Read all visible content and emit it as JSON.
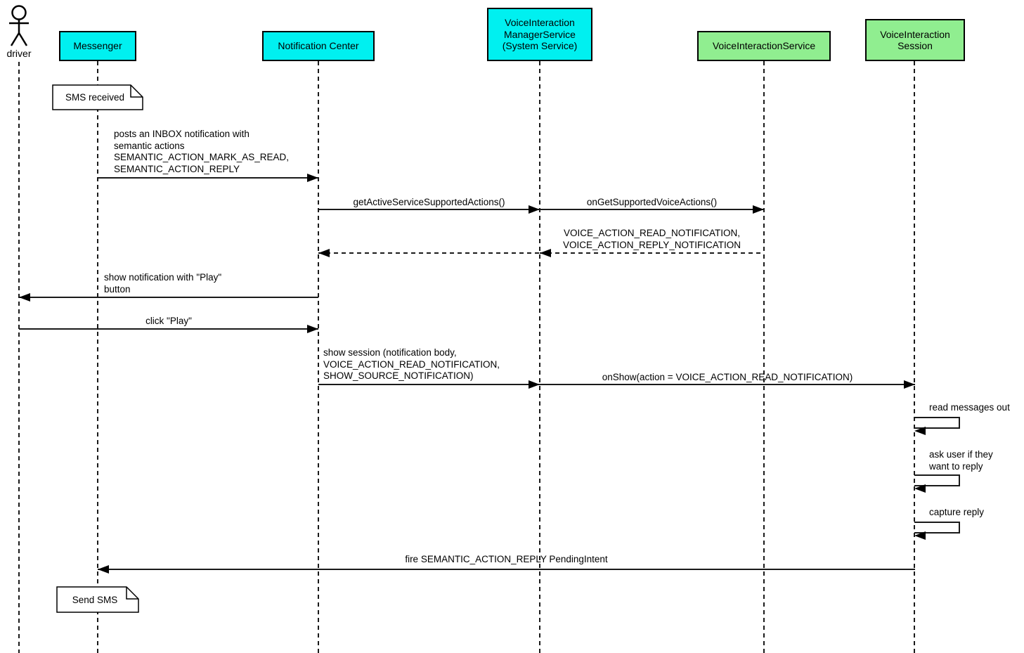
{
  "diagram": {
    "type": "uml-sequence",
    "colors": {
      "app_participant_fill": "#00F0F0",
      "service_participant_fill": "#90EE90",
      "note_fill": "#FFFFFF",
      "line": "#000000",
      "background": "#FFFFFF"
    },
    "participants": [
      {
        "id": "driver",
        "type": "actor",
        "label": "driver"
      },
      {
        "id": "messenger",
        "type": "app",
        "label": "Messenger"
      },
      {
        "id": "notification-center",
        "type": "app",
        "label": "Notification Center"
      },
      {
        "id": "voice-interaction-manager-service",
        "type": "app",
        "label": "VoiceInteraction\nManagerService\n(System Service)"
      },
      {
        "id": "voice-interaction-service",
        "type": "service",
        "label": "VoiceInteractionService"
      },
      {
        "id": "voice-interaction-session",
        "type": "service",
        "label": "VoiceInteraction\nSession"
      }
    ],
    "notes": [
      {
        "attached_to": "messenger",
        "text": "SMS received"
      },
      {
        "attached_to": "messenger",
        "text": "Send SMS"
      }
    ],
    "messages": [
      {
        "from": "messenger",
        "to": "notification-center",
        "style": "solid",
        "label": "posts an INBOX notification with\nsemantic actions\nSEMANTIC_ACTION_MARK_AS_READ,\nSEMANTIC_ACTION_REPLY"
      },
      {
        "from": "notification-center",
        "to": "voice-interaction-manager-service",
        "style": "solid",
        "label": "getActiveServiceSupportedActions()"
      },
      {
        "from": "voice-interaction-manager-service",
        "to": "voice-interaction-service",
        "style": "solid",
        "label": "onGetSupportedVoiceActions()"
      },
      {
        "from": "voice-interaction-service",
        "to": "voice-interaction-manager-service",
        "style": "dashed-return",
        "label": "VOICE_ACTION_READ_NOTIFICATION,\nVOICE_ACTION_REPLY_NOTIFICATION"
      },
      {
        "from": "voice-interaction-manager-service",
        "to": "notification-center",
        "style": "dashed-return",
        "label": ""
      },
      {
        "from": "notification-center",
        "to": "driver",
        "style": "solid",
        "label": "show notification with \"Play\"\nbutton"
      },
      {
        "from": "driver",
        "to": "notification-center",
        "style": "solid",
        "label": "click \"Play\""
      },
      {
        "from": "notification-center",
        "to": "voice-interaction-manager-service",
        "style": "solid",
        "label": "show session (notification body,\nVOICE_ACTION_READ_NOTIFICATION,\nSHOW_SOURCE_NOTIFICATION)"
      },
      {
        "from": "voice-interaction-manager-service",
        "to": "voice-interaction-session",
        "style": "solid",
        "label": "onShow(action = VOICE_ACTION_READ_NOTIFICATION)"
      },
      {
        "from": "voice-interaction-session",
        "to": "voice-interaction-session",
        "style": "self",
        "label": "read messages out"
      },
      {
        "from": "voice-interaction-session",
        "to": "voice-interaction-session",
        "style": "self",
        "label": "ask user if they\nwant to reply"
      },
      {
        "from": "voice-interaction-session",
        "to": "voice-interaction-session",
        "style": "self",
        "label": "capture reply"
      },
      {
        "from": "voice-interaction-session",
        "to": "messenger",
        "style": "solid",
        "label": "fire SEMANTIC_ACTION_REPLY PendingIntent"
      }
    ]
  }
}
